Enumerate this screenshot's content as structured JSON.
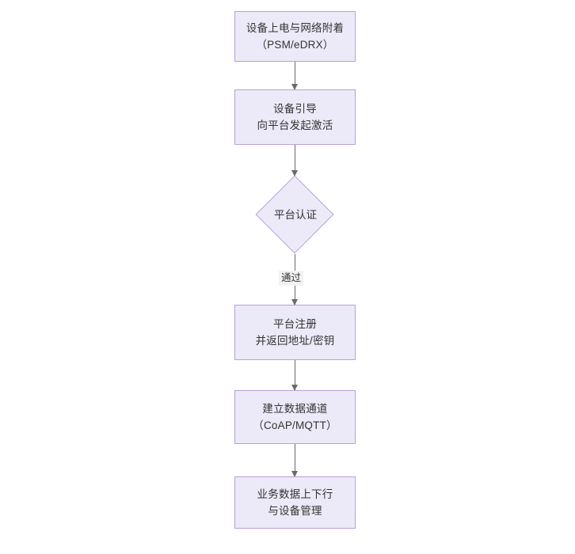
{
  "diagram": {
    "type": "flowchart",
    "orientation": "top-to-bottom",
    "theme": {
      "node_fill": "#eceaf8",
      "node_border": "#b8a0d8",
      "node_text": "#333333",
      "connector": "#6b6b6b",
      "edge_label_bg": "#f2f2f2",
      "canvas_bg": "#ffffff"
    },
    "nodes": [
      {
        "id": "power-on",
        "shape": "rectangle",
        "lines": [
          "设备上电与网络附着",
          "（PSM/eDRX）"
        ]
      },
      {
        "id": "bootstrap",
        "shape": "rectangle",
        "lines": [
          "设备引导",
          "向平台发起激活"
        ]
      },
      {
        "id": "auth",
        "shape": "diamond",
        "lines": [
          "平台认证"
        ]
      },
      {
        "id": "register",
        "shape": "rectangle",
        "lines": [
          "平台注册",
          "并返回地址/密钥"
        ]
      },
      {
        "id": "channel",
        "shape": "rectangle",
        "lines": [
          "建立数据通道",
          "（CoAP/MQTT）"
        ]
      },
      {
        "id": "data-mgmt",
        "shape": "rectangle",
        "lines": [
          "业务数据上下行",
          "与设备管理"
        ]
      }
    ],
    "edges": [
      {
        "id": "e1",
        "from": "power-on",
        "to": "bootstrap",
        "label": ""
      },
      {
        "id": "e2",
        "from": "bootstrap",
        "to": "auth",
        "label": ""
      },
      {
        "id": "e3",
        "from": "auth",
        "to": "register",
        "label": "通过"
      },
      {
        "id": "e4",
        "from": "register",
        "to": "channel",
        "label": ""
      },
      {
        "id": "e5",
        "from": "channel",
        "to": "data-mgmt",
        "label": ""
      }
    ]
  }
}
